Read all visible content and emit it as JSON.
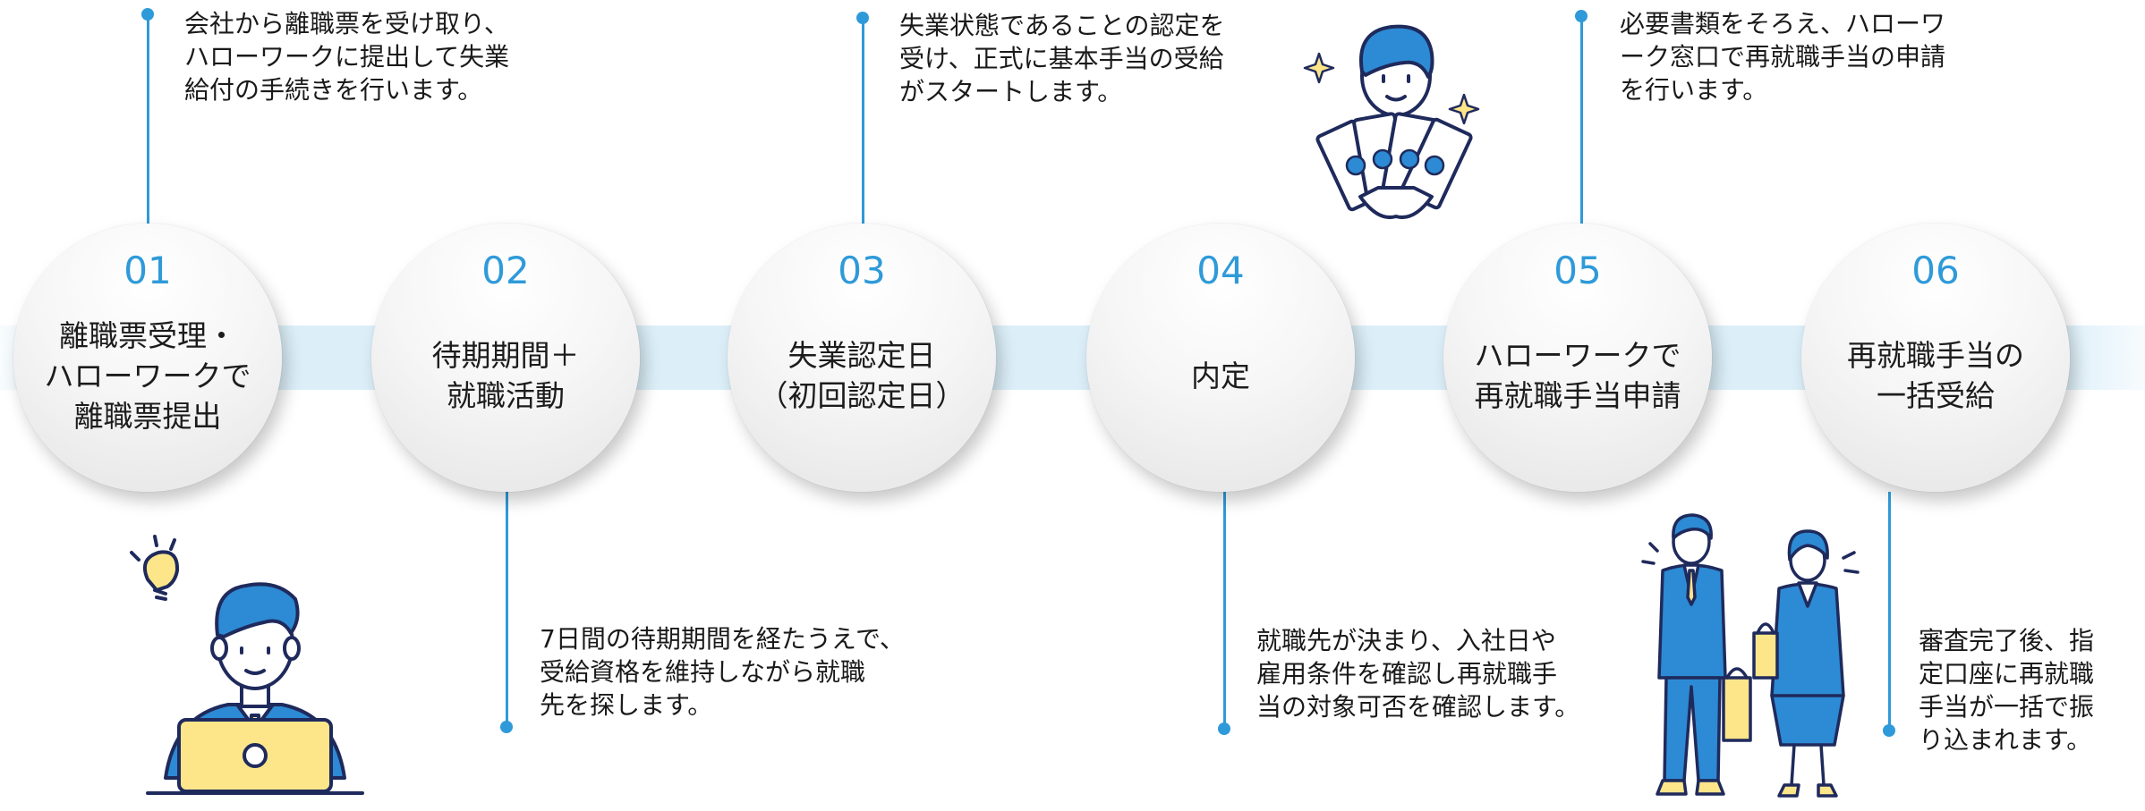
{
  "steps": [
    {
      "num": "01",
      "label": "離職票受理・\nハローワークで\n離職票提出",
      "desc": "会社から離職票を受け取り、\nハローワークに提出して失業\n給付の手続きを行います。"
    },
    {
      "num": "02",
      "label": "待期期間＋\n就職活動",
      "desc": "7日間の待期期間を経たうえで、\n受給資格を維持しながら就職\n先を探します。"
    },
    {
      "num": "03",
      "label": "失業認定日\n（初回認定日）",
      "desc": "失業状態であることの認定を\n受け、正式に基本手当の受給\nがスタートします。"
    },
    {
      "num": "04",
      "label": "内定",
      "desc": "就職先が決まり、入社日や\n雇用条件を確認し再就職手\n当の対象可否を確認します。"
    },
    {
      "num": "05",
      "label": "ハローワークで\n再就職手当申請",
      "desc": "必要書類をそろえ、ハローワ\nーク窓口で再就職手当の申請\nを行います。"
    },
    {
      "num": "06",
      "label": "再就職手当の\n一括受給",
      "desc": "審査完了後、指\n定口座に再就職\n手当が一括で振\nり込まれます。"
    }
  ],
  "colors": {
    "accent": "#2f9ad9",
    "band": "#dceff9",
    "navy": "#1f2a5c",
    "yellow": "#fde68a",
    "blue": "#2d8ad4"
  },
  "icons": [
    "person-laptop-lightbulb-icon",
    "person-holding-money-icon",
    "business-couple-icon"
  ]
}
